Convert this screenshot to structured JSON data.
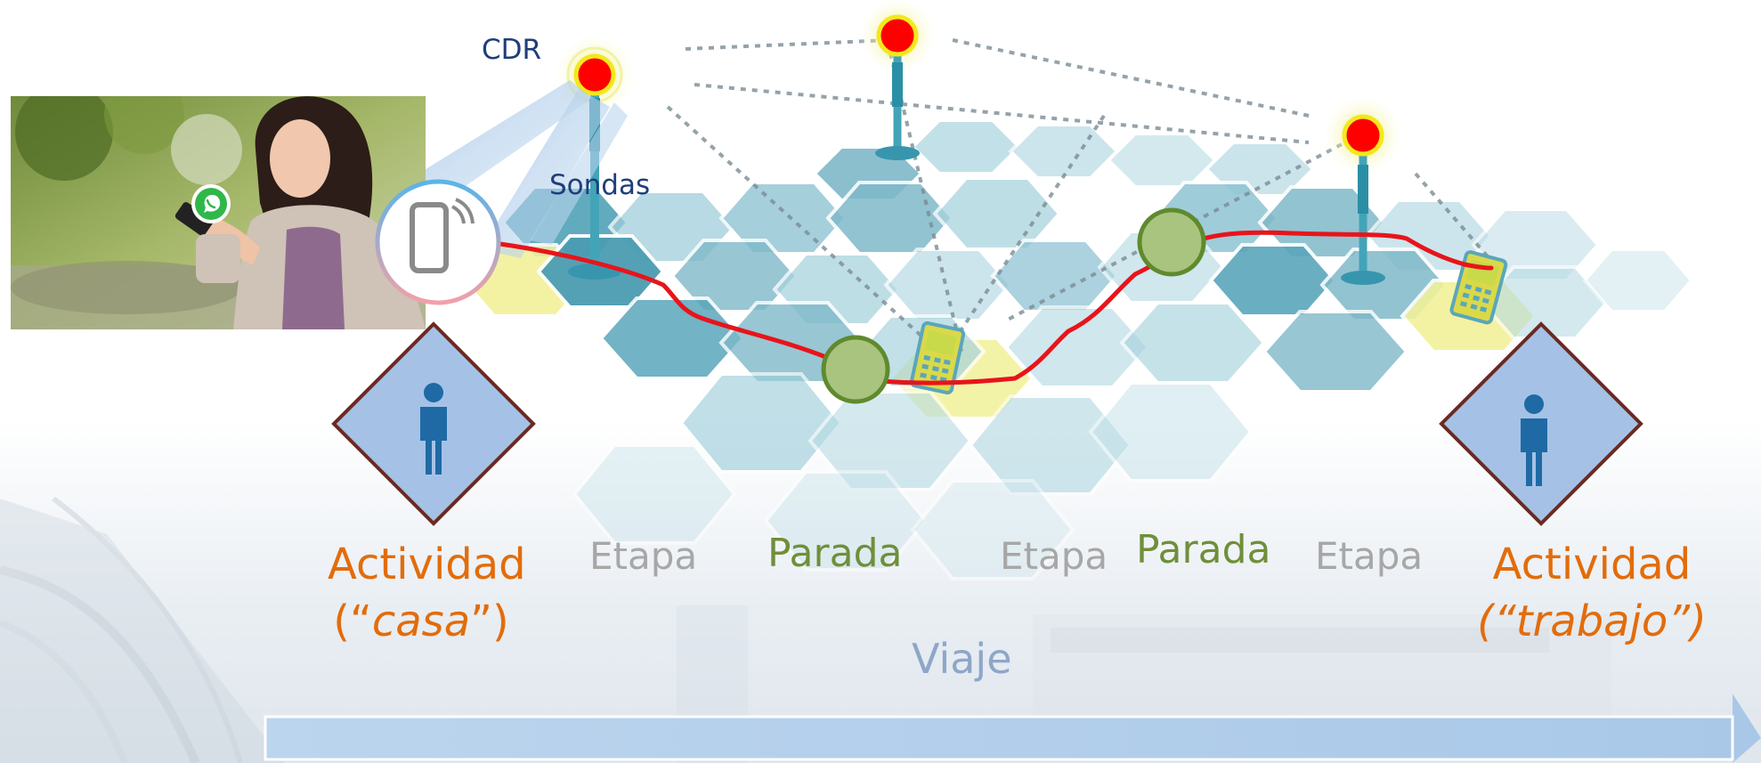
{
  "labels": {
    "cdr": "CDR",
    "sondas": "Sondas",
    "etapa_1": "Etapa",
    "etapa_2": "Etapa",
    "etapa_3": "Etapa",
    "parada_1": "Parada",
    "parada_2": "Parada",
    "actividad_1_title": "Actividad",
    "actividad_1_open": "(“",
    "actividad_1_place": "casa",
    "actividad_1_close": "”)",
    "actividad_2_title": "Actividad",
    "actividad_2_place": "(“trabajo”)",
    "viaje": "Viaje"
  },
  "colors": {
    "route": "#e8141b",
    "tower_signal": "#ff0000",
    "stop_fill": "#a9c47f",
    "stop_stroke": "#5f8a2e",
    "activity_fill": "#a5c2e6",
    "activity_stroke": "#6b2a22",
    "person_icon": "#1f6aa5",
    "activity_text": "#e36c0a",
    "etapa_text": "#a7a7a7",
    "parada_text": "#6f8f3a",
    "viaje_arrow": "#b5d0ea",
    "hex_cell": "#7fb9c9"
  },
  "icons": [
    "whatsapp-icon",
    "smartphone-icon",
    "person-icon",
    "cell-tower-icon",
    "mobile-phone-icon"
  ]
}
